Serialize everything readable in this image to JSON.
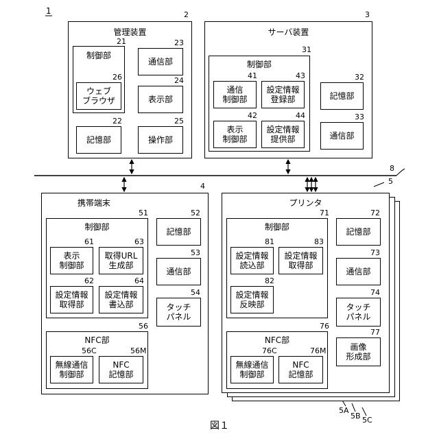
{
  "figure_ref": "1",
  "figure_caption": "図１",
  "bus_ref": "8",
  "management": {
    "ref": "2",
    "title": "管理装置",
    "control": {
      "ref": "21",
      "title": "制御部",
      "browser": {
        "ref": "26",
        "label": "ウェブ\nブラウザ"
      }
    },
    "comm": {
      "ref": "23",
      "label": "通信部"
    },
    "display": {
      "ref": "24",
      "label": "表示部"
    },
    "storage": {
      "ref": "22",
      "label": "記憶部"
    },
    "operation": {
      "ref": "25",
      "label": "操作部"
    }
  },
  "server": {
    "ref": "3",
    "title": "サーバ装置",
    "control": {
      "ref": "31",
      "title": "制御部",
      "comm_ctrl": {
        "ref": "41",
        "label": "通信\n制御部"
      },
      "reg": {
        "ref": "43",
        "label": "設定情報\n登録部"
      },
      "disp_ctrl": {
        "ref": "42",
        "label": "表示\n制御部"
      },
      "provide": {
        "ref": "44",
        "label": "設定情報\n提供部"
      }
    },
    "storage": {
      "ref": "32",
      "label": "記憶部"
    },
    "comm": {
      "ref": "33",
      "label": "通信部"
    }
  },
  "mobile": {
    "ref": "4",
    "title": "携帯端末",
    "control": {
      "ref": "51",
      "title": "制御部",
      "disp_ctrl": {
        "ref": "61",
        "label": "表示\n制御部"
      },
      "url_gen": {
        "ref": "63",
        "label": "取得URL\n生成部"
      },
      "acquire": {
        "ref": "62",
        "label": "設定情報\n取得部"
      },
      "write": {
        "ref": "64",
        "label": "設定情報\n書込部"
      }
    },
    "storage": {
      "ref": "52",
      "label": "記憶部"
    },
    "comm": {
      "ref": "53",
      "label": "通信部"
    },
    "touch": {
      "ref": "54",
      "label": "タッチ\nパネル"
    },
    "nfc": {
      "ref": "56",
      "title": "NFC部",
      "wireless": {
        "ref": "56C",
        "label": "無線通信\n制御部"
      },
      "memory": {
        "ref": "56M",
        "label": "NFC\n記憶部"
      }
    }
  },
  "printer": {
    "ref": "5",
    "title": "プリンタ",
    "stack_refs": [
      "5A",
      "5B",
      "5C"
    ],
    "control": {
      "ref": "71",
      "title": "制御部",
      "read": {
        "ref": "81",
        "label": "設定情報\n読込部"
      },
      "acquire": {
        "ref": "83",
        "label": "設定情報\n取得部"
      },
      "reflect": {
        "ref": "82",
        "label": "設定情報\n反映部"
      }
    },
    "storage": {
      "ref": "72",
      "label": "記憶部"
    },
    "comm": {
      "ref": "73",
      "label": "通信部"
    },
    "touch": {
      "ref": "74",
      "label": "タッチ\nパネル"
    },
    "imaging": {
      "ref": "77",
      "label": "画像\n形成部"
    },
    "nfc": {
      "ref": "76",
      "title": "NFC部",
      "wireless": {
        "ref": "76C",
        "label": "無線通信\n制御部"
      },
      "memory": {
        "ref": "76M",
        "label": "NFC\n記憶部"
      }
    }
  }
}
